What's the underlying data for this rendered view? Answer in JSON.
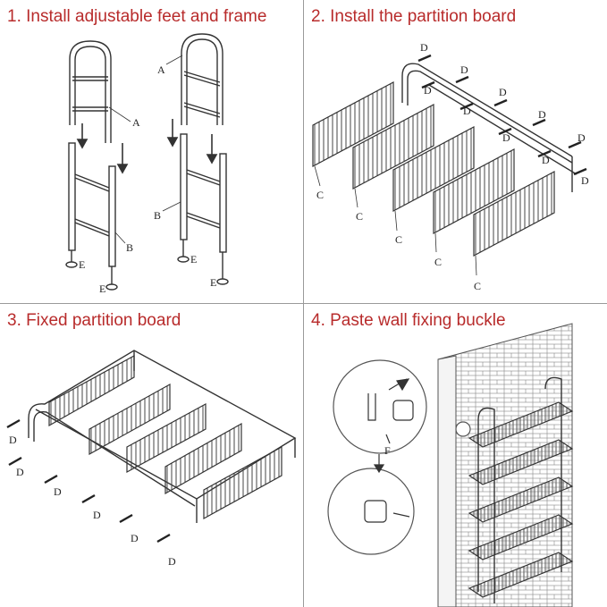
{
  "steps": [
    {
      "title": "1. Install adjustable feet and frame",
      "labels": {
        "a": "A",
        "b": "B",
        "e": "E"
      }
    },
    {
      "title": "2. Install the partition board",
      "labels": {
        "c": "C",
        "d": "D"
      }
    },
    {
      "title": "3. Fixed partition board",
      "labels": {
        "d": "D"
      }
    },
    {
      "title": "4. Paste wall fixing buckle",
      "labels": {
        "f": "F"
      }
    }
  ],
  "colors": {
    "title": "#b82b2b",
    "line": "#333333",
    "divider": "#9a9a9a"
  }
}
